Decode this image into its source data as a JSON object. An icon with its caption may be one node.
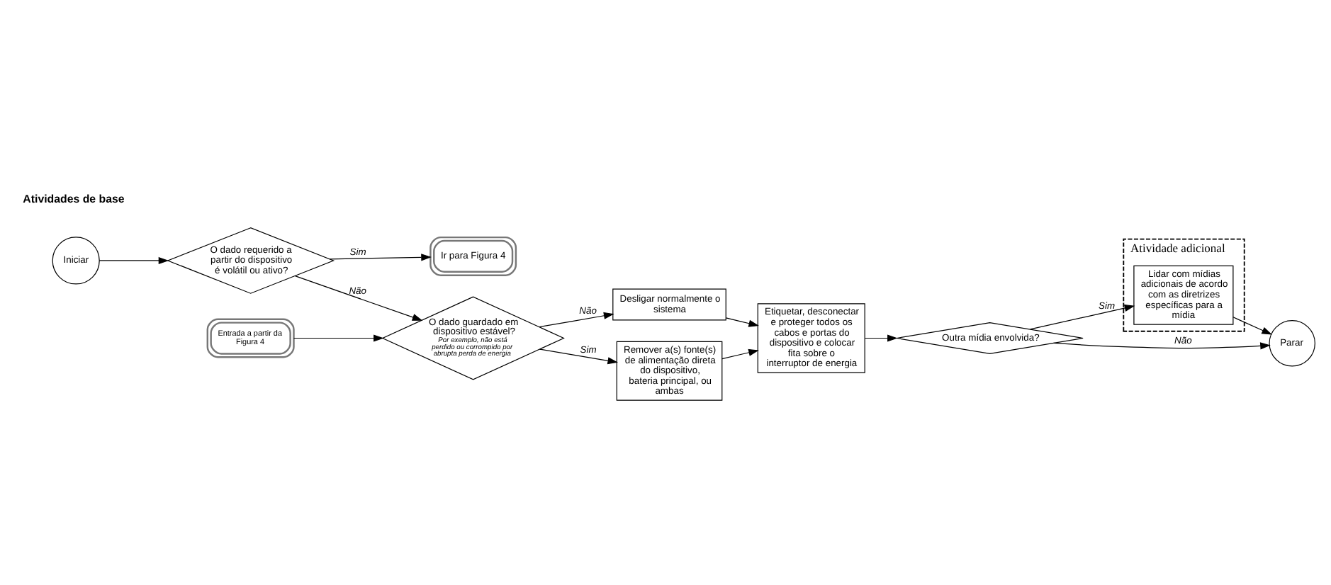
{
  "diagram": {
    "nodes": [
      {
        "text": [
          "Iniciar"
        ]
      },
      {
        "text": [
          "O dado requerido a partir do dispositivo é volátil ou ativo?"
        ]
      },
      {
        "text": [
          "Ir para Figura 4"
        ]
      },
      {
        "text": [
          "Entrada a partir da Figura 4"
        ]
      },
      {
        "text": [
          "O dado guardado em dispositivo estável?",
          "Por exemplo, não está perdido ou corrompido por abrupta perda de energia"
        ]
      },
      {
        "text": [
          "Desligar normalmente o sistema"
        ]
      },
      {
        "text": [
          "Remover a(s) fonte(s) de alimentação direta do dispositivo, bateria principal, ou ambas"
        ]
      },
      {
        "text": [
          "Etiquetar, desconectar e proteger todos os cabos e portas do dispositivo e colocar fita sobre o interruptor de energia"
        ]
      },
      {
        "text": [
          "Outra mídia envolvida?"
        ]
      },
      {
        "text": [
          "Atividade adicional"
        ]
      },
      {
        "text": [
          "Lidar com mídias adicionais de acordo com as diretrizes específicas para a mídia"
        ],
        "in": 9
      },
      {
        "text": [
          "Parar"
        ]
      }
    ],
    "edges": [
      {
        "from": 0,
        "to": 1,
        "arrow": "to"
      },
      {
        "from": 1,
        "to": 2,
        "arrow": "to",
        "label": "Sim"
      },
      {
        "from": 1,
        "to": 4,
        "arrow": "to",
        "label": "Não"
      },
      {
        "from": 3,
        "to": 4,
        "arrow": "to"
      },
      {
        "from": 4,
        "to": 5,
        "arrow": "to",
        "label": "Não"
      },
      {
        "from": 4,
        "to": 6,
        "arrow": "to",
        "label": "Sim"
      },
      {
        "from": 5,
        "to": 7,
        "arrow": "to"
      },
      {
        "from": 6,
        "to": 7,
        "arrow": "to"
      },
      {
        "from": 7,
        "to": 8,
        "arrow": "to"
      },
      {
        "from": 8,
        "to": 10,
        "arrow": "to",
        "label": "Sim"
      },
      {
        "from": 8,
        "to": 11,
        "arrow": "to",
        "label": "Não"
      },
      {
        "from": 10,
        "to": 11,
        "arrow": "to"
      }
    ],
    "labels": [
      "Atividades de base"
    ]
  }
}
